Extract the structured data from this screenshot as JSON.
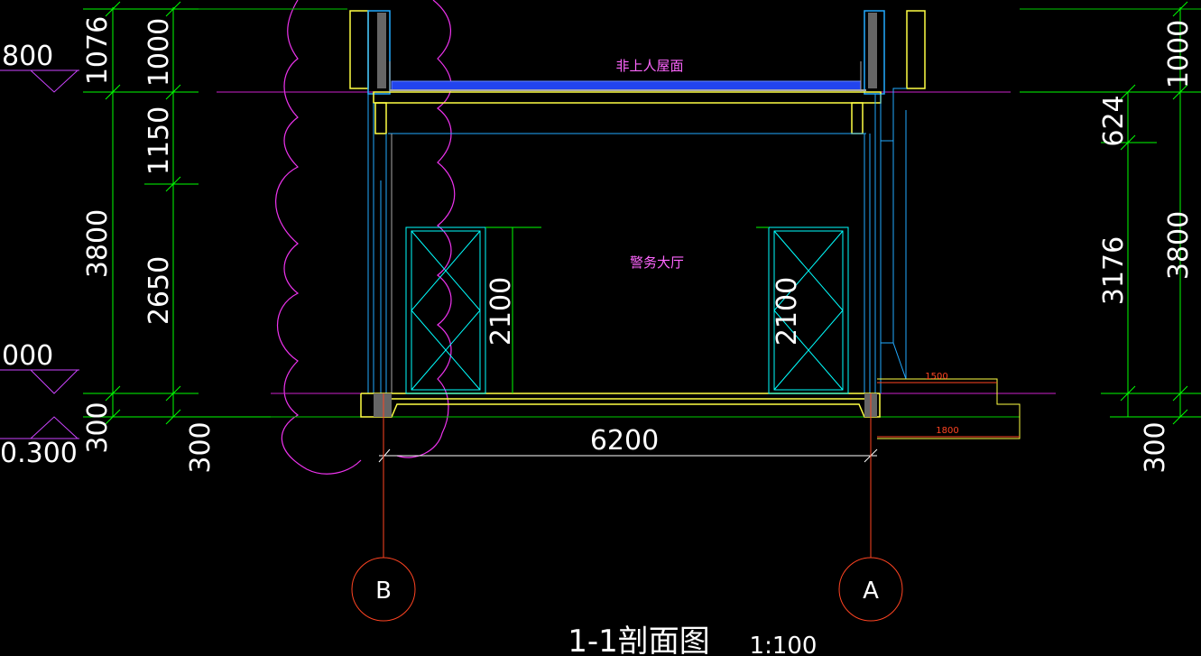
{
  "colors": {
    "background": "#000000",
    "dimension_green": "#00ff00",
    "outline_cyan": "#22aaff",
    "door_cyan": "#00ffff",
    "wall_yellow": "#ffff44",
    "room_label_magenta": "#ff66ff",
    "grid_red": "#ff4422",
    "roof_blue": "#3355ff",
    "text_white": "#ffffff"
  },
  "left_dims": {
    "outer": [
      "1076",
      "3800",
      "300"
    ],
    "inner": [
      "1000",
      "1150",
      "2650",
      "300"
    ]
  },
  "left_elevations": [
    "800",
    "000",
    "0.300"
  ],
  "right_dims": {
    "inner": [
      "624",
      "3176"
    ],
    "outer": [
      "1000",
      "3800",
      "300"
    ]
  },
  "room_labels": {
    "roof": "非上人屋面",
    "hall": "警务大厅"
  },
  "door_heights": [
    "2100",
    "2100"
  ],
  "bottom_dim": "6200",
  "step_dims": [
    "1500",
    "1800"
  ],
  "grid_axes": [
    "B",
    "A"
  ],
  "title": {
    "name": "1-1剖面图",
    "scale": "1:100"
  }
}
